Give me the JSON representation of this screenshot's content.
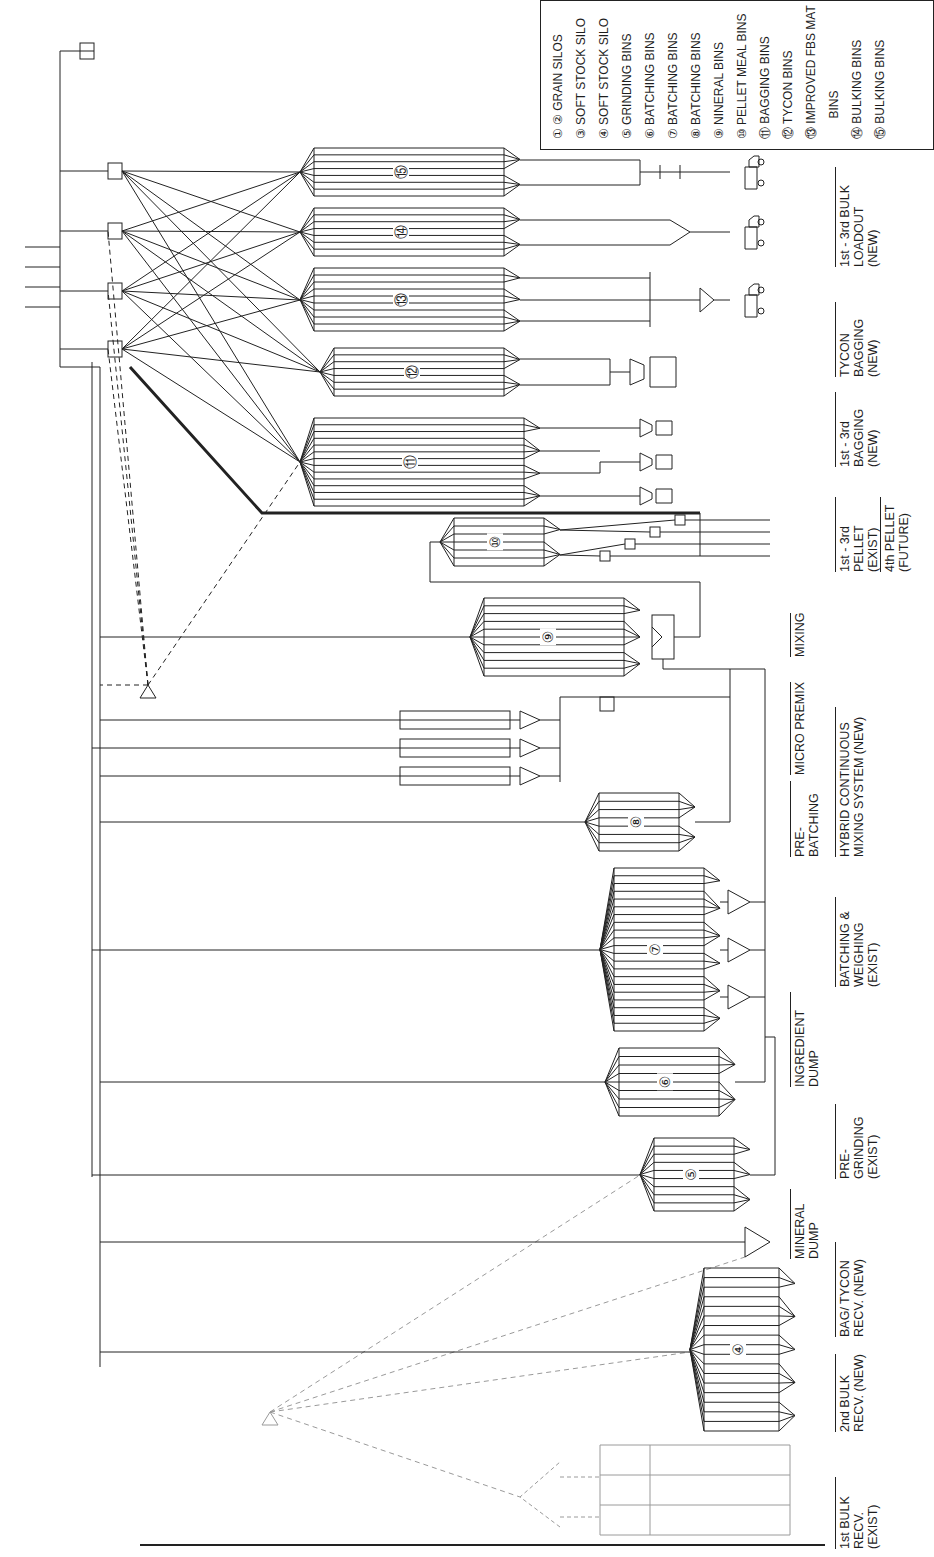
{
  "diagram": {
    "nodes": [
      {
        "text": [
          "④"
        ]
      },
      {
        "text": [
          "⑤"
        ]
      },
      {
        "text": [
          "⑥"
        ]
      },
      {
        "text": [
          "⑦"
        ]
      },
      {
        "text": [
          "⑧"
        ]
      },
      {
        "text": [
          "⑨"
        ]
      },
      {
        "text": [
          "⑩"
        ]
      },
      {
        "text": [
          "⑪"
        ]
      },
      {
        "text": [
          "⑫"
        ]
      },
      {
        "text": [
          "⑬"
        ]
      },
      {
        "text": [
          "⑭"
        ]
      },
      {
        "text": [
          "⑮"
        ]
      },
      {
        "text": [
          "① ② GRAIN SILOS",
          "③ SOFT STOCK SILO",
          "④ SOFT STOCK SILO",
          "⑤ GRINDING BINS",
          "⑥ BATCHING BINS",
          "⑦ BATCHING BINS",
          "⑧ BATCHING BINS",
          "⑨ NINERAL BINS",
          "⑩ PELLET MEAL BINS",
          "⑪ BAGGING BINS",
          "⑫ TYCON BINS",
          "⑬ IMPROVED FBS MAT BINS",
          "⑭ BULKING BINS",
          "⑮ BULKING BINS"
        ]
      }
    ],
    "labels": [
      "1st BULK RECV. (EXIST)",
      "2nd BULK RECV. (NEW)",
      "BAG/ TYCON RECV. (NEW)",
      "MINERAL DUMP",
      "PRE- GRINDING (EXIST)",
      "INGREDIENT DUMP",
      "BATCHING & WEIGHING (EXIST)",
      "PRE- BATCHING",
      "MICRO PREMIX",
      "MIXING",
      "HYBRID CONTINUOUS MIXING SYSTEM (NEW)",
      "1st - 3rd PELLET (EXIST)",
      "4th PELLET (FUTURE)",
      "1st - 3rd BAGGING (NEW)",
      "TYCON BAGGING (NEW)",
      "1st - 3rd BULK LOADOUT (NEW)"
    ]
  }
}
